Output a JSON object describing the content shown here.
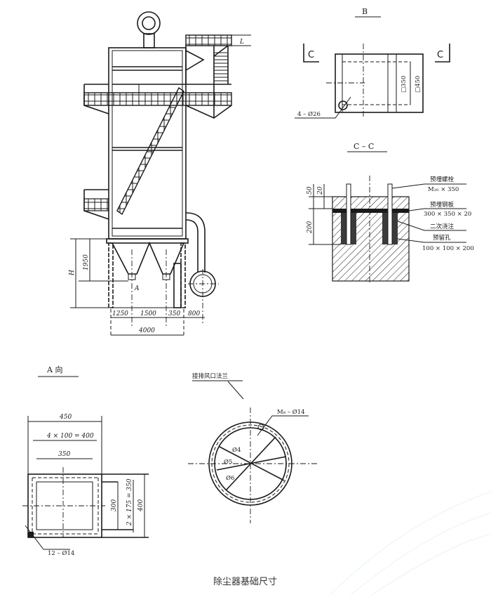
{
  "caption": "除尘器基础尺寸",
  "elevation": {
    "dim_H": "H",
    "dim_1950": "1950",
    "dim_L": "L",
    "view_marker_A": "A",
    "bottom_dims": [
      "1250",
      "1500",
      "350",
      "800"
    ],
    "total_width": "4000"
  },
  "view_B": {
    "title": "B",
    "section_left": "C",
    "section_right": "C",
    "inner_square": "□350",
    "outer_square": "□450",
    "holes": "4 – Ø26"
  },
  "section_CC": {
    "title": "C – C",
    "dims": [
      "50",
      "20",
      "200"
    ],
    "anchor_bolt": "预埋螺栓",
    "anchor_bolt_spec": "M₂₀ × 350",
    "embedded_plate": "预埋钢板",
    "embedded_plate_spec": "300 × 350 × 20",
    "secondary_grouting": "二次浇注",
    "reserved_hole": "预留孔",
    "reserved_hole_spec": "100 × 100 × 200"
  },
  "view_A": {
    "title": "A 向",
    "dim_450": "450",
    "dim_pitch": "4 × 100 = 400",
    "dim_350": "350",
    "dim_300": "300",
    "dim_v_pitch": "2 × 175 = 350",
    "dim_400": "400",
    "holes": "12 – Ø14"
  },
  "flange": {
    "title": "接排风口法兰",
    "bolts": "M₈ – Ø14",
    "d4": "Ø4",
    "d5": "Ø5",
    "d6": "Ø6"
  }
}
